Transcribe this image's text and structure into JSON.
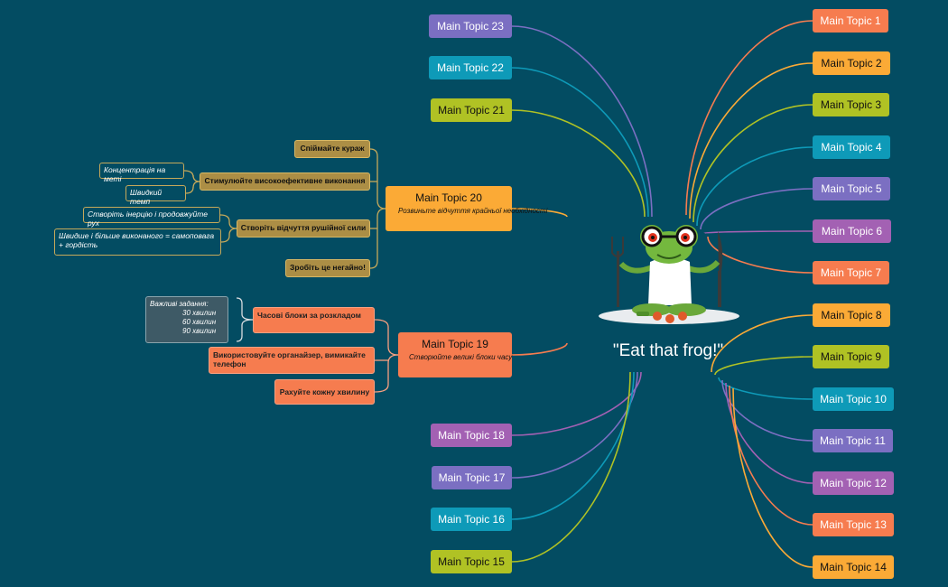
{
  "central": {
    "title": "\"Eat that frog!\"",
    "image": "frog-with-cutlery-illustration"
  },
  "colors": {
    "background": "#034c62"
  },
  "right_topics": [
    {
      "label": "Main Topic 1",
      "color": "#f67c4f"
    },
    {
      "label": "Main Topic 2",
      "color": "#fbaa36"
    },
    {
      "label": "Main Topic 3",
      "color": "#b0c224"
    },
    {
      "label": "Main Topic 4",
      "color": "#0e9ab8"
    },
    {
      "label": "Main Topic 5",
      "color": "#7b6fc2"
    },
    {
      "label": "Main Topic 6",
      "color": "#a361b3"
    },
    {
      "label": "Main Topic 7",
      "color": "#f67c4f"
    },
    {
      "label": "Main Topic 8",
      "color": "#fbaa36"
    },
    {
      "label": "Main Topic 9",
      "color": "#b0c224"
    },
    {
      "label": "Main Topic 10",
      "color": "#0e9ab8"
    },
    {
      "label": "Main Topic 11",
      "color": "#7b6fc2"
    },
    {
      "label": "Main Topic 12",
      "color": "#a361b3"
    },
    {
      "label": "Main Topic 13",
      "color": "#f67c4f"
    },
    {
      "label": "Main Topic 14",
      "color": "#fbaa36"
    }
  ],
  "left_topics": [
    {
      "label": "Main Topic 23",
      "color": "#7b6fc2"
    },
    {
      "label": "Main Topic 22",
      "color": "#0e9ab8"
    },
    {
      "label": "Main Topic 21",
      "color": "#b0c224"
    },
    {
      "label": "Main Topic 18",
      "color": "#a361b3"
    },
    {
      "label": "Main Topic 17",
      "color": "#7b6fc2"
    },
    {
      "label": "Main Topic 16",
      "color": "#0e9ab8"
    },
    {
      "label": "Main Topic 15",
      "color": "#b0c224"
    }
  ],
  "topic20": {
    "title": "Main Topic 20",
    "note": "Розвиньте відчуття крайньої необхідності",
    "color": "#fbaa36",
    "subtopics": [
      {
        "label": "Спіймайте кураж"
      },
      {
        "label": "Стимулюйте високоефективне виконання",
        "children": [
          "Концентрація на меті",
          "Швидкий темп"
        ]
      },
      {
        "label": "Створіть відчуття рушійної сили",
        "children": [
          "Створіть інерцію і продовжуйте рух",
          "Швидше і більше виконаного = самоповага + гордість"
        ]
      },
      {
        "label": "Зробіть це негайно!"
      }
    ]
  },
  "topic19": {
    "title": "Main Topic 19",
    "note": "Створюйте великі блоки часу",
    "color": "#f67c4f",
    "subtopics": [
      {
        "label": "Часові блоки за розкладом",
        "note_heading": "Важливі задання:",
        "note_lines": [
          "30   хвилин",
          "60 хвилин",
          "90 хвилин"
        ]
      },
      {
        "label": "Використовуйте органайзер, вимикайте телефон"
      },
      {
        "label": "Рахуйте кожну хвилину"
      }
    ]
  }
}
